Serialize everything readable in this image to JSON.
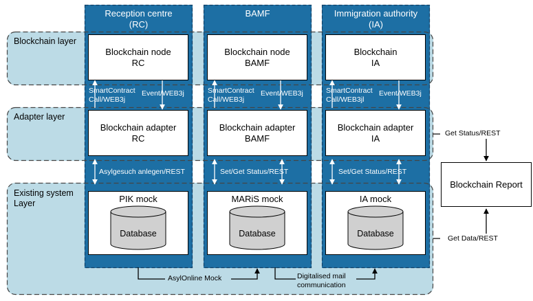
{
  "layers": {
    "blockchain": "Blockchain layer",
    "adapter": "Adapter layer",
    "existing": "Existing system\nLayer"
  },
  "columns": [
    {
      "title": "Reception centre\n(RC)",
      "node": "Blockchain node\nRC",
      "call_label": "SmartContract\nCall/WEB3j",
      "event_label": "Event/WEB3j",
      "adapter": "Blockchain adapter\nRC",
      "interface_label": "Asylgesuch anlegen/REST",
      "mock": "PIK mock",
      "database": "Database"
    },
    {
      "title": "BAMF",
      "node": "Blockchain node\nBAMF",
      "call_label": "SmartContract\nCall/WEB3j",
      "event_label": "Event/WEB3j",
      "adapter": "Blockchain adapter\nBAMF",
      "interface_label": "Set/Get Status/REST",
      "mock": "MARiS mock",
      "database": "Database"
    },
    {
      "title": "Immigration authority\n(IA)",
      "node": "Blockchain\nIA",
      "call_label": "SmartContract\nCall/WEB3jl",
      "event_label": "Event/WEB3j",
      "adapter": "Blockchain adapter\nIA",
      "interface_label": "Set/Get Status/REST",
      "mock": "IA mock",
      "database": "Database"
    }
  ],
  "report": {
    "label": "Blockchain Report",
    "get_status": "Get Status/REST",
    "get_data": "Get Data/REST"
  },
  "bottom": {
    "asylonline": "AsylOnline Mock",
    "digitalised": "Digitalised mail\ncommunication"
  },
  "colors": {
    "column_fill": "#1d6fa4",
    "column_border": "#0f3f66",
    "layer_fill": "#bcdbe6",
    "layer_border": "#444444",
    "database_fill": "#d0d0d0"
  }
}
